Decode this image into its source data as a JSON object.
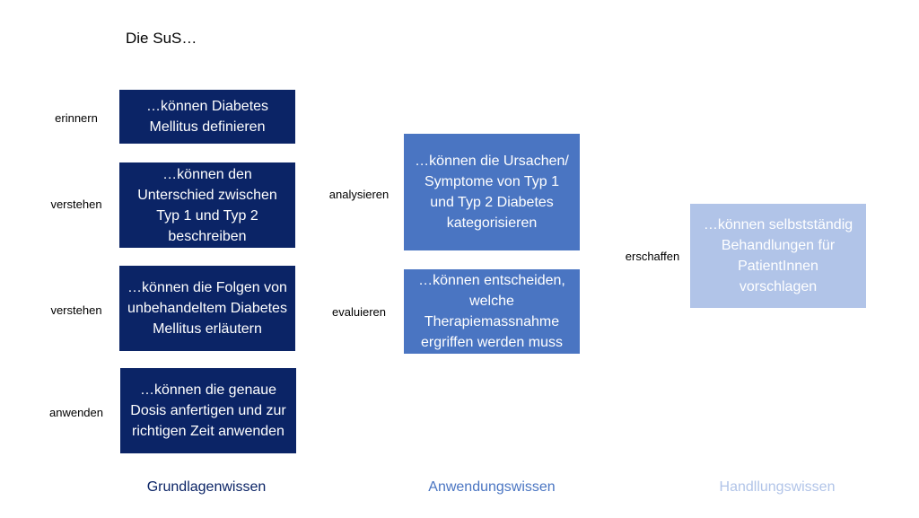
{
  "title": "Die SuS…",
  "columns": {
    "col1": {
      "footer": "Grundlagenwissen",
      "items": [
        {
          "label": "erinnern",
          "text": "…können Diabetes Mellitus definieren"
        },
        {
          "label": "verstehen",
          "text": "…können den Unterschied zwischen Typ 1 und Typ 2 beschreiben"
        },
        {
          "label": "verstehen",
          "text": "…können die Folgen von unbehandeltem Diabetes Mellitus erläutern"
        },
        {
          "label": "anwenden",
          "text": "…können die genaue Dosis anfertigen und zur richtigen Zeit anwenden"
        }
      ]
    },
    "col2": {
      "footer": "Anwendungswissen",
      "items": [
        {
          "label": "analysieren",
          "text": "…können die Ursachen/ Symptome von Typ 1 und Typ 2 Diabetes kategorisieren"
        },
        {
          "label": "evaluieren",
          "text": "…können entscheiden, welche Therapiemassnahme ergriffen werden muss"
        }
      ]
    },
    "col3": {
      "footer": "Handllungswissen",
      "items": [
        {
          "label": "erschaffen",
          "text": "…können selbstständig Behandlungen für PatientInnen vorschlagen"
        }
      ]
    }
  },
  "colors": {
    "dark": "#0b2466",
    "mid": "#4a75c2",
    "light": "#b1c4e8"
  }
}
